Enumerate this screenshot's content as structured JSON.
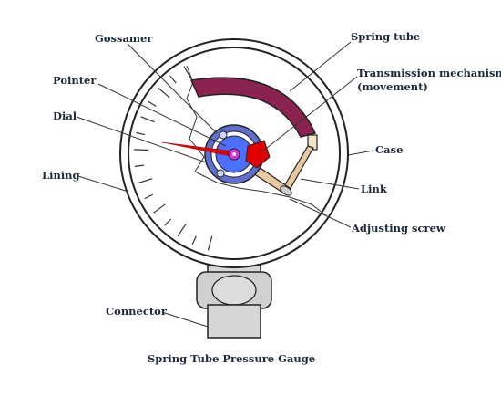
{
  "labels": {
    "gossamer": "Gossamer",
    "spring_tube": "Spring tube",
    "pointer": "Pointer",
    "transmission_line1": "Transmission mechanism",
    "transmission_line2": "(movement)",
    "dial": "Dial",
    "case": "Case",
    "lining": "Lining",
    "link": "Link",
    "adjusting_screw": "Adjusting screw",
    "connector": "Connector"
  },
  "caption": "Spring Tube Pressure Gauge",
  "colors": {
    "spring_tube": "#8a2350",
    "pointer": "#e00000",
    "movement_outer": "#5f6fcf",
    "movement_inner": "#4b6fff",
    "hub": "#e030e0",
    "link": "#e8c9a0",
    "connector": "#d6d6d6",
    "outline": "#222222"
  }
}
